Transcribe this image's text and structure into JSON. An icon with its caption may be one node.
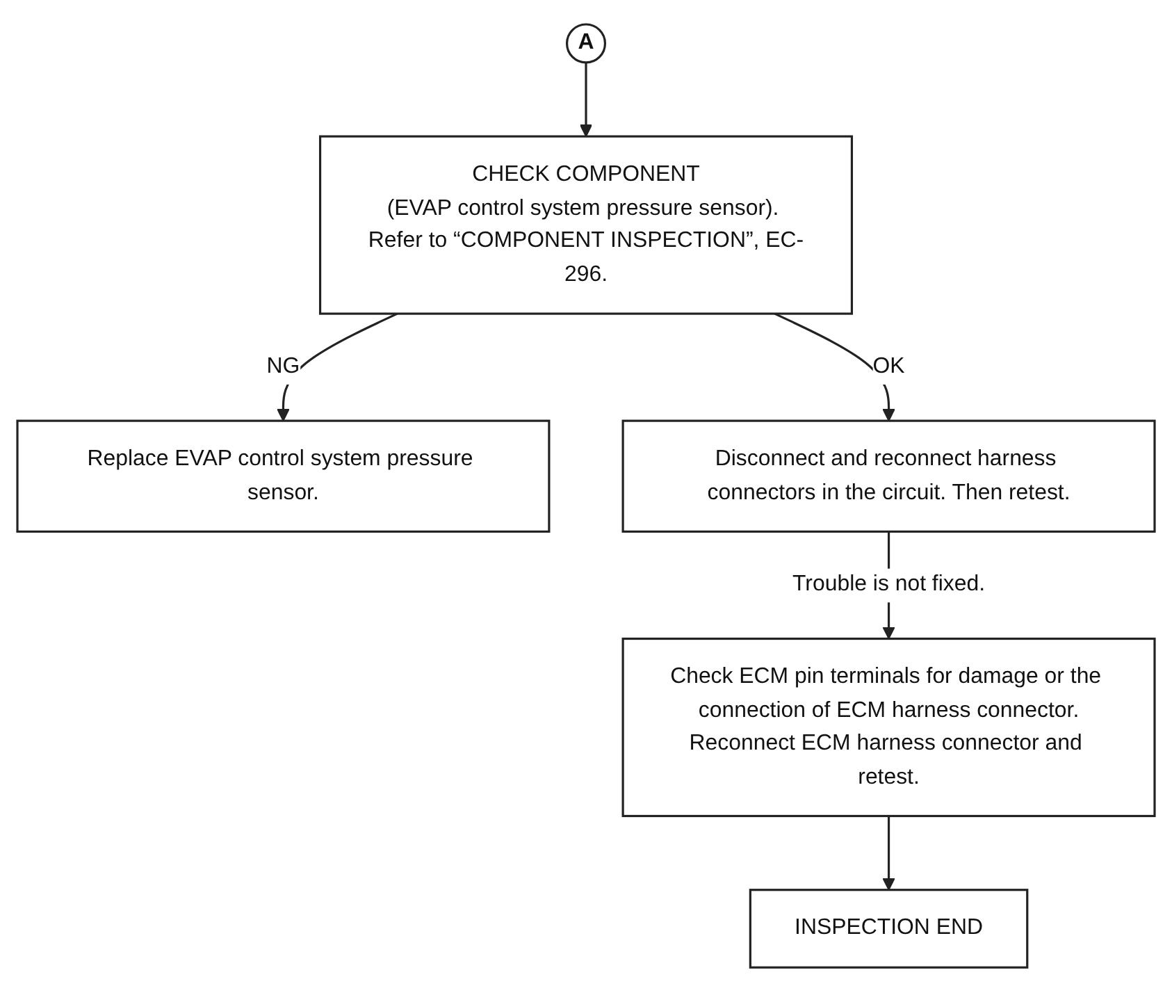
{
  "diagram": {
    "nodes": [
      {
        "text": [
          "A"
        ]
      },
      {
        "text": [
          "CHECK COMPONENT",
          "(EVAP control system pressure sensor). Refer to “COMPONENT INSPECTION”, EC-296."
        ]
      },
      {
        "text": [
          "Replace EVAP control system pressure sensor."
        ]
      },
      {
        "text": [
          "Disconnect and reconnect harness connectors in the circuit. Then retest."
        ]
      },
      {
        "text": [
          "Check ECM pin terminals for damage or the connection of ECM harness connector.",
          "Reconnect ECM harness connector and retest."
        ]
      },
      {
        "text": [
          "INSPECTION END"
        ]
      }
    ],
    "edges": [
      {
        "from": 0,
        "to": 1,
        "arrow": "to"
      },
      {
        "from": 1,
        "to": 2,
        "arrow": "to",
        "label": "NG"
      },
      {
        "from": 1,
        "to": 3,
        "arrow": "to",
        "label": "OK"
      },
      {
        "from": 3,
        "to": 4,
        "arrow": "to",
        "label": "Trouble is not fixed."
      },
      {
        "from": 4,
        "to": 5,
        "arrow": "to"
      }
    ]
  }
}
